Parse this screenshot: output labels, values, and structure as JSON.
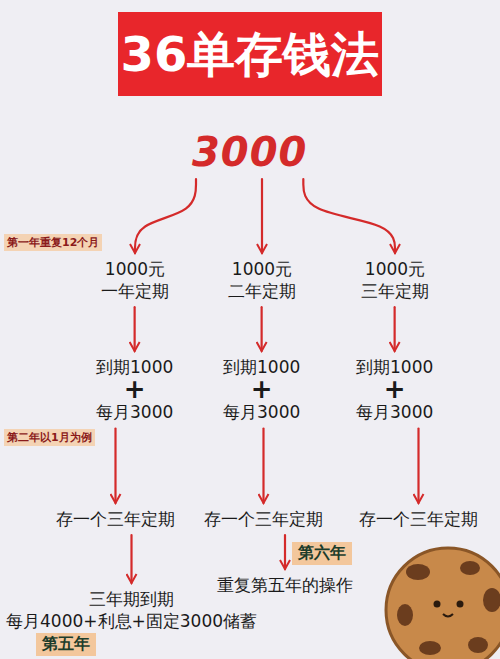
{
  "diagram": {
    "title": "36单存钱法",
    "nodes": [
      {
        "text": [
          "3000"
        ]
      },
      {
        "text": [
          "1000元 一年定期"
        ]
      },
      {
        "text": [
          "1000元 二年定期"
        ]
      },
      {
        "text": [
          "1000元 三年定期"
        ]
      },
      {
        "text": [
          "到期1000",
          "+",
          "每月3000"
        ]
      },
      {
        "text": [
          "到期1000",
          "+",
          "每月3000"
        ]
      },
      {
        "text": [
          "到期1000",
          "+",
          "每月3000"
        ]
      },
      {
        "text": [
          "存一个三年定期"
        ]
      },
      {
        "text": [
          "存一个三年定期"
        ]
      },
      {
        "text": [
          "存一个三年定期"
        ]
      },
      {
        "text": [
          "三年期到期",
          "每月4000+利息+固定3000储蓄"
        ]
      },
      {
        "text": [
          "重复第五年的操作"
        ]
      }
    ],
    "edges": [
      {
        "from": 0,
        "to": 1,
        "arrow": "to"
      },
      {
        "from": 0,
        "to": 2,
        "arrow": "to"
      },
      {
        "from": 0,
        "to": 3,
        "arrow": "to"
      },
      {
        "from": 1,
        "to": 4,
        "arrow": "to"
      },
      {
        "from": 2,
        "to": 5,
        "arrow": "to"
      },
      {
        "from": 3,
        "to": 6,
        "arrow": "to"
      },
      {
        "from": 4,
        "to": 7,
        "arrow": "to"
      },
      {
        "from": 5,
        "to": 8,
        "arrow": "to"
      },
      {
        "from": 6,
        "to": 9,
        "arrow": "to"
      },
      {
        "from": 7,
        "to": 10,
        "arrow": "to"
      },
      {
        "from": 8,
        "to": 11,
        "arrow": "to"
      }
    ],
    "labels": [
      "第一年重复12个月",
      "第二年以1月为例",
      "第六年",
      "第五年"
    ]
  }
}
